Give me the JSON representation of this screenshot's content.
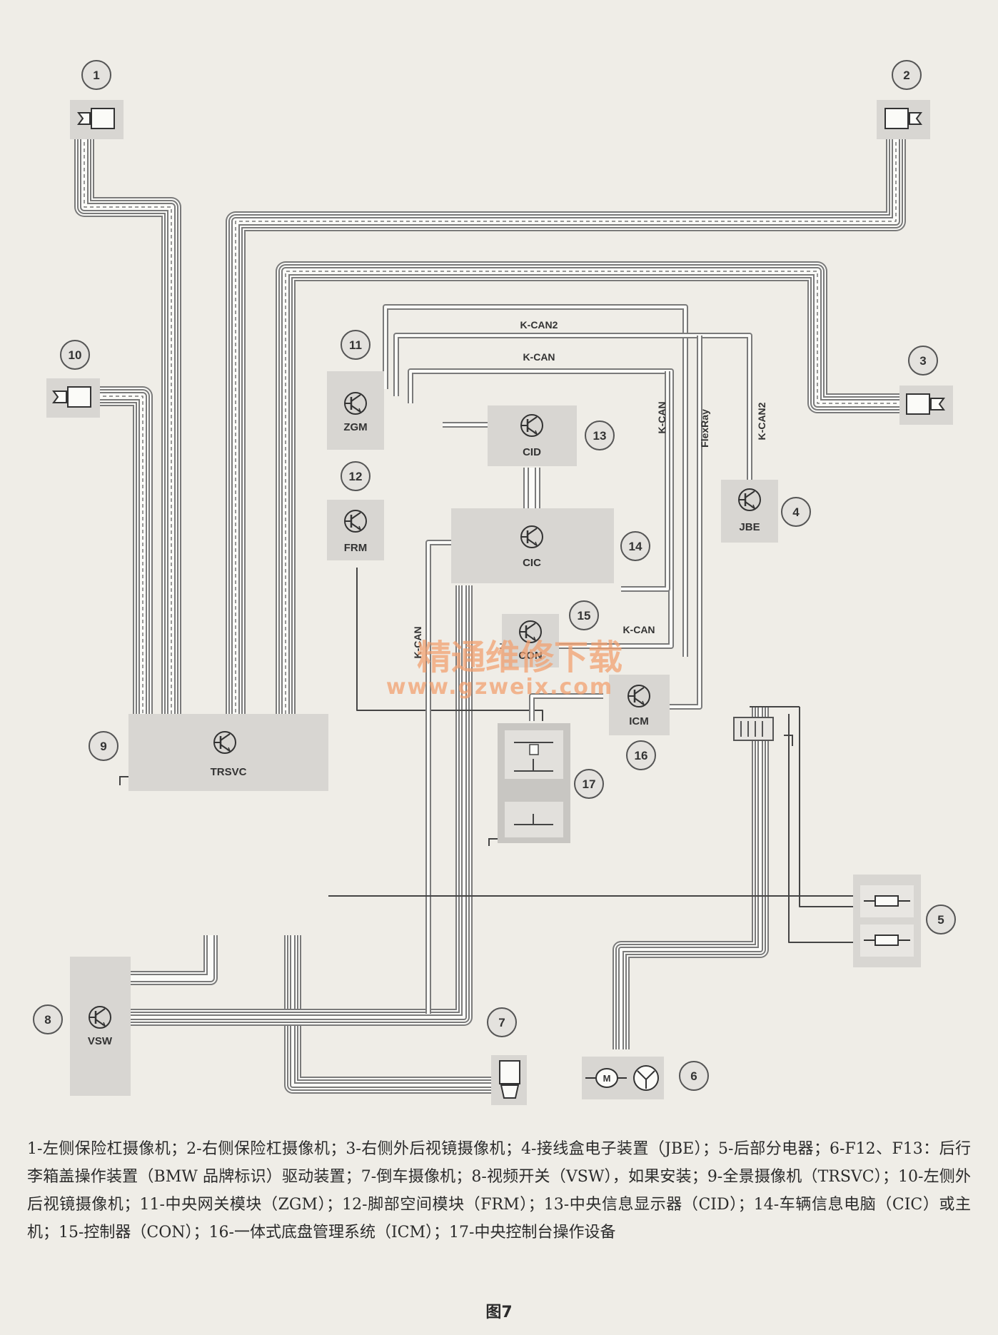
{
  "diagram": {
    "nodes": [
      {
        "num": "1",
        "label": ""
      },
      {
        "num": "2",
        "label": ""
      },
      {
        "num": "3",
        "label": ""
      },
      {
        "num": "4",
        "label": "JBE"
      },
      {
        "num": "5",
        "label": ""
      },
      {
        "num": "6",
        "label": ""
      },
      {
        "num": "7",
        "label": ""
      },
      {
        "num": "8",
        "label": "VSW"
      },
      {
        "num": "9",
        "label": "TRSVC"
      },
      {
        "num": "10",
        "label": ""
      },
      {
        "num": "11",
        "label": "ZGM"
      },
      {
        "num": "12",
        "label": "FRM"
      },
      {
        "num": "13",
        "label": "CID"
      },
      {
        "num": "14",
        "label": "CIC"
      },
      {
        "num": "15",
        "label": "CON"
      },
      {
        "num": "16",
        "label": "ICM"
      },
      {
        "num": "17",
        "label": ""
      }
    ],
    "bus_labels": {
      "k_can2_top": "K-CAN2",
      "k_can_top": "K-CAN",
      "k_can_vertical": "K-CAN",
      "flexray": "FlexRay",
      "k_can2_vertical": "K-CAN2",
      "k_can_lower": "K-CAN",
      "k_can_left_vertical": "K-CAN"
    },
    "motor_symbol": "M",
    "watermark": {
      "line1": "精通维修下载",
      "line2": "www.gzweix.com"
    }
  },
  "caption": "1-左侧保险杠摄像机；2-右侧保险杠摄像机；3-右侧外后视镜摄像机；4-接线盒电子装置（JBE）；5-后部分电器；6-F12、F13：后行李箱盖操作装置（BMW 品牌标识）驱动装置；7-倒车摄像机；8-视频开关（VSW），如果安装；9-全景摄像机（TRSVC）；10-左侧外后视镜摄像机；11-中央网关模块（ZGM）；12-脚部空间模块（FRM）；13-中央信息显示器（CID）；14-车辆信息电脑（CIC）或主机；15-控制器（CON）；16-一体式底盘管理系统（ICM）；17-中央控制台操作设备",
  "figure_label": "图7"
}
